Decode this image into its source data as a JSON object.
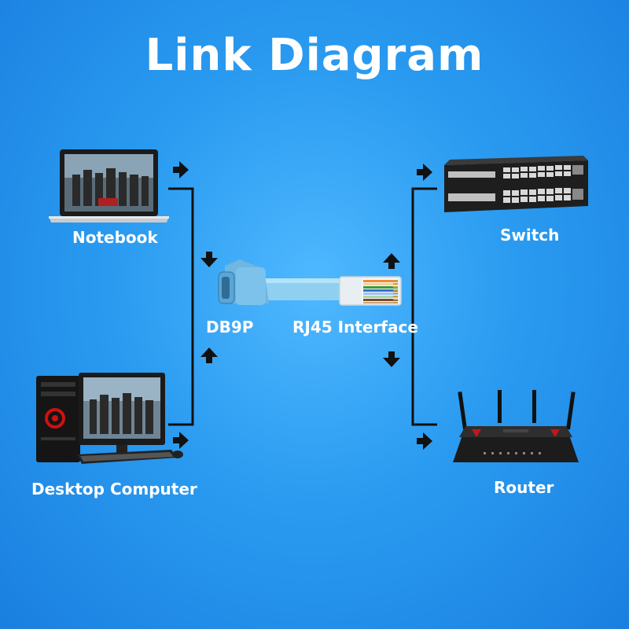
{
  "title": "Link Diagram",
  "devices": {
    "notebook": "Notebook",
    "desktop": "Desktop Computer",
    "switch": "Switch",
    "router": "Router"
  },
  "connectors": {
    "db9": "DB9P",
    "rj45": "RJ45 Interface"
  },
  "colors": {
    "background": "#2a9bf0",
    "cable": "#8fd0f0",
    "line": "#111111"
  }
}
